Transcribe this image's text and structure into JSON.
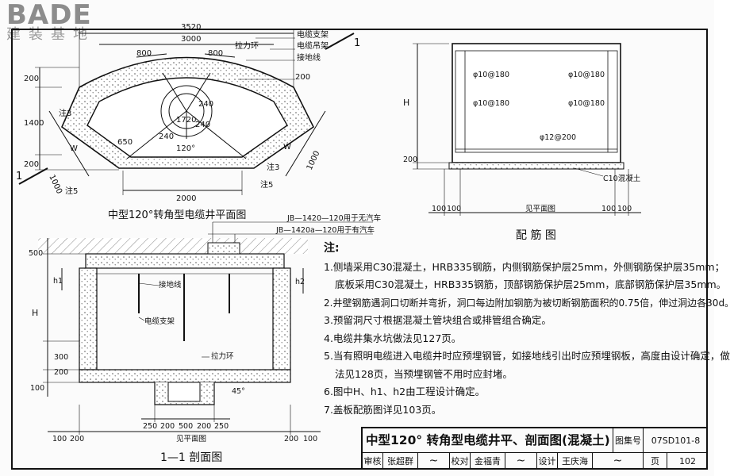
{
  "logo": {
    "brand": "BADE",
    "sub": "建装基地"
  },
  "plan": {
    "caption": "中型120°转角型电缆井平面图",
    "dims": {
      "total": "3520",
      "inner": "3000",
      "seg": "800",
      "base": "2000",
      "left_200": "200",
      "left_1400": "1400",
      "left_200b": "200",
      "d1000a": "1000",
      "d1000b": "1000",
      "r200": "200",
      "side_650": "650",
      "w": "W",
      "angle": "120°",
      "r240a": "240",
      "r240b": "240",
      "r1720": "1720",
      "r240c": "240"
    },
    "labels": {
      "support": "电缆支架",
      "hanger": "电缆吊架",
      "pull_ring": "拉力环",
      "ground": "接地线",
      "note3": "注3",
      "note5": "注5",
      "note3b": "注3",
      "note5b": "注5",
      "mark": "1"
    }
  },
  "rebar": {
    "caption": "配  筋  图",
    "labels": {
      "r1": "φ10@180",
      "r2": "φ10@180",
      "r3": "φ10@180",
      "r4": "φ10@180",
      "r5": "φ12@200",
      "c10": "C10混凝土",
      "h": "H",
      "d200": "200",
      "d100": "100",
      "d100b": "100",
      "d100c": "100",
      "d100d": "100",
      "base": "见平面图"
    }
  },
  "section": {
    "caption": "1—1 剖面图",
    "labels": {
      "jb1": "JB—1420—120用于无汽车",
      "jb2": "JB—1420a—120用于有汽车",
      "d500": "500",
      "h1": "h1",
      "h2": "h2",
      "h": "H",
      "d300": "300",
      "d200": "200",
      "d100": "100",
      "ground": "接地线",
      "support": "电缆支架",
      "pull": "拉力环",
      "angle45": "45°",
      "b250a": "250",
      "b200a": "200",
      "b500": "500",
      "b200b": "200",
      "b250b": "250",
      "base": "见平面图",
      "e100a": "100",
      "e200a": "200",
      "e200b": "200",
      "e100b": "100"
    }
  },
  "notes": {
    "head": "注:",
    "lines": [
      "1.侧墙采用C30混凝土，HRB335钢筋，内侧钢筋保护层25mm，外侧钢筋保护层35mm；",
      "底板采用C30混凝土，HRB335钢筋，顶部钢筋保护层25mm，底部钢筋保护层35mm。",
      "2.井壁钢筋遇洞口切断并弯折，洞口每边附加钢筋为被切断钢筋面积的0.75倍，伸过洞边各30d。",
      "3.预留洞尺寸根据混凝土管块组合或排管组合确定。",
      "4.电缆井集水坑做法见127页。",
      "5.当有照明电缆进入电缆井时应预埋钢管，如接地线引出时应预埋钢板，高度由设计确定，做",
      "法见128页，当预埋钢管不用时应封堵。",
      "6.图中H、h1、h2由工程设计确定。",
      "7.盖板配筋图详见103页。"
    ]
  },
  "titleblock": {
    "title": "中型120° 转角型电缆井平、剖面图(混凝土)",
    "atlas_label": "图集号",
    "atlas_no": "07SD101-8",
    "review_label": "审核",
    "reviewer": "张超群",
    "check_label": "校对",
    "checker": "金福青",
    "design_label": "设计",
    "designer": "王庆海",
    "page_label": "页",
    "page_no": "102"
  }
}
